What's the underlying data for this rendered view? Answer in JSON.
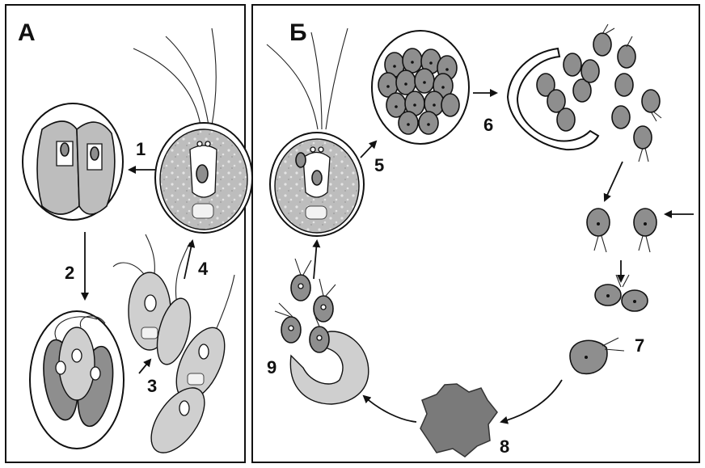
{
  "panels": {
    "a": {
      "label": "А"
    },
    "b": {
      "label": "Б"
    }
  },
  "steps": [
    "1",
    "2",
    "3",
    "4",
    "5",
    "6",
    "7",
    "8",
    "9"
  ],
  "colors": {
    "ink": "#111111",
    "cell_fill": "#bdbdbd",
    "dark_fill": "#8e8e8e",
    "background": "#ffffff"
  }
}
